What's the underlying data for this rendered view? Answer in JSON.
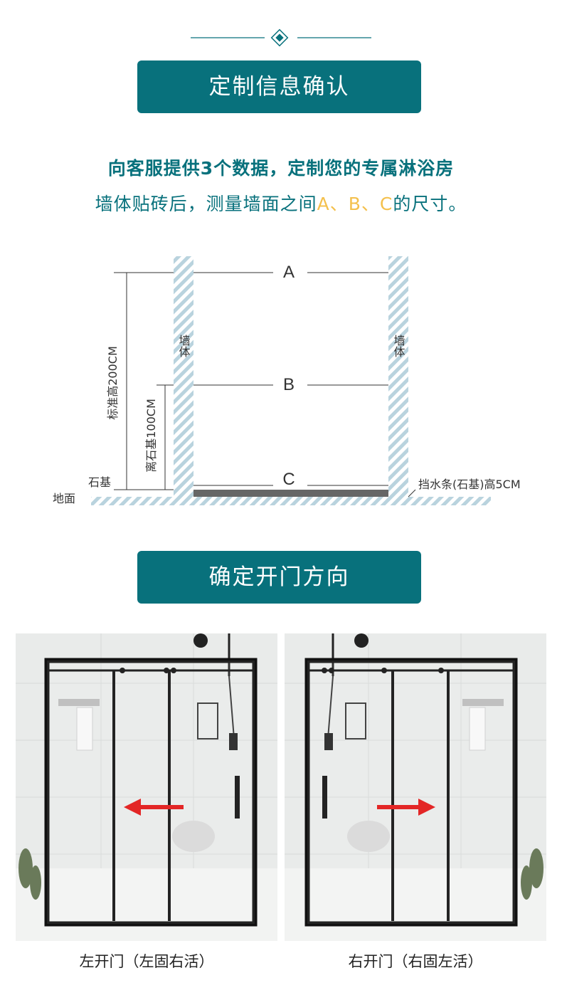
{
  "section1": {
    "title": "定制信息确认",
    "line1": "向客服提供3个数据，定制您的专属淋浴房",
    "line2_before": "墙体贴砖后，测量墙面之间",
    "line2_A": "A",
    "line2_sep1": "、",
    "line2_B": "B",
    "line2_sep2": "、",
    "line2_C": "C",
    "line2_after": "的尺寸。"
  },
  "diagram": {
    "label_A": "A",
    "label_B": "B",
    "label_C": "C",
    "wall_left": "墙体",
    "wall_right": "墙体",
    "standard_height": "标准高200CM",
    "height_from_base": "离石基100CM",
    "base": "石基",
    "floor": "地面",
    "water_strip": "挡水条(石基)高5CM"
  },
  "section2": {
    "title": "确定开门方向",
    "left_caption": "左开门（左固右活）",
    "right_caption": "右开门（右固左活）"
  },
  "colors": {
    "teal": "#08717c",
    "highlight": "#f4c04c",
    "hatch": "#b9d3de",
    "arrow": "#e32626"
  }
}
